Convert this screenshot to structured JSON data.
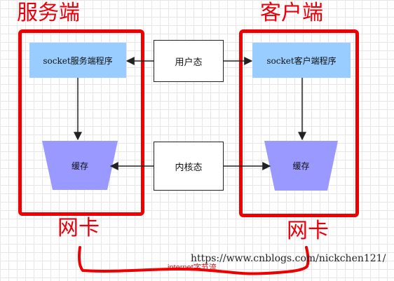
{
  "server": {
    "title": "服务端",
    "program": "socket服务端程序",
    "cache": "缓存",
    "nic": "网卡"
  },
  "client": {
    "title": "客户端",
    "program": "socket客户端程序",
    "cache": "缓存",
    "nic": "网卡"
  },
  "user_mode": "用户态",
  "kernel_mode": "内核态",
  "network": "internet字节流",
  "watermark": "https://www.cnblogs.com/nickchen121/",
  "colors": {
    "frame": "#ee0000",
    "program_fill": "#99ccff",
    "cache_fill": "#9999ff"
  }
}
